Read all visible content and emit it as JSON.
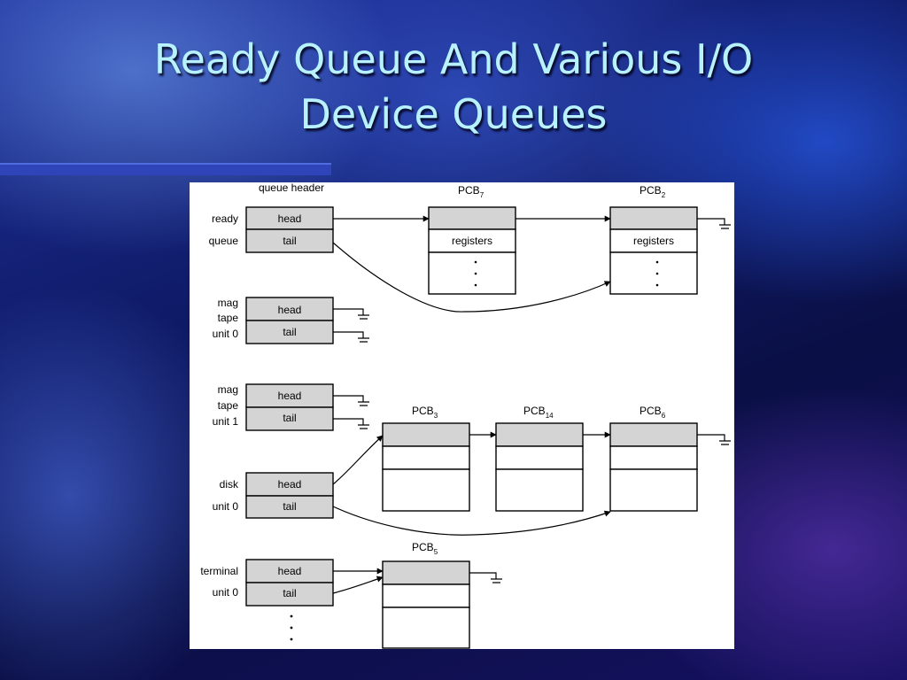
{
  "slide": {
    "title_line1": "Ready Queue And Various I/O",
    "title_line2": "Device Queues"
  },
  "diagram": {
    "queue_header_label": "queue header",
    "head_label": "head",
    "tail_label": "tail",
    "registers_label": "registers",
    "pcb_prefix": "PCB",
    "queues": [
      {
        "label_lines": [
          "ready",
          "queue"
        ]
      },
      {
        "label_lines": [
          "mag",
          "tape",
          "unit 0"
        ]
      },
      {
        "label_lines": [
          "mag",
          "tape",
          "unit 1"
        ]
      },
      {
        "label_lines": [
          "disk",
          "unit 0"
        ]
      },
      {
        "label_lines": [
          "terminal",
          "unit 0"
        ]
      }
    ],
    "pcbs": [
      {
        "subscript": "7"
      },
      {
        "subscript": "2"
      },
      {
        "subscript": "3"
      },
      {
        "subscript": "14"
      },
      {
        "subscript": "6"
      },
      {
        "subscript": "5"
      }
    ],
    "colors": {
      "header_fill": "#d4d4d4",
      "title_color": "#b8f2ff",
      "accent_bar": "#2e44b8"
    }
  }
}
